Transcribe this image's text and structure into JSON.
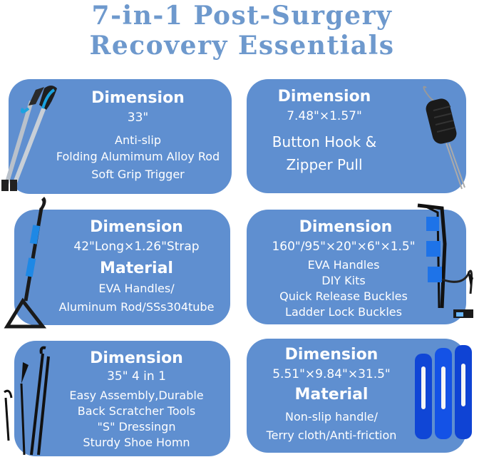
{
  "header": {
    "title_line1": "7-in-1 Post-Surgery",
    "title_line2": "Recovery Essentials"
  },
  "cards": [
    {
      "heading": "Dimension",
      "size": "33\"",
      "lines": [
        "Anti-slip",
        "Folding Alumimum Alloy Rod",
        "Soft Grip Trigger"
      ]
    },
    {
      "heading": "Dimension",
      "size": "7.48\"×1.57\"",
      "lines": [
        "Button Hook &",
        "Zipper Pull"
      ]
    },
    {
      "heading": "Dimension",
      "size": "42\"Long×1.26\"Strap",
      "heading2": "Material",
      "lines": [
        "EVA Handles/",
        "Aluminum Rod/SSs304tube"
      ]
    },
    {
      "heading": "Dimension",
      "size": "160\"/95\"×20\"×6\"×1.5\"",
      "lines": [
        "EVA Handles",
        "DIY Kits",
        "Quick Release Buckles",
        "Ladder Lock Buckles"
      ]
    },
    {
      "heading": "Dimension",
      "size": "35\"  4 in 1",
      "lines": [
        "Easy Assembly,Durable",
        "Back Scratcher Tools",
        "\"S\" Dressingn",
        "Sturdy Shoe Homn"
      ]
    },
    {
      "heading": "Dimension",
      "size": "5.51\"×9.84\"×31.5\"",
      "heading2": "Material",
      "lines": [
        "Non-slip handle/",
        "Terry cloth/Anti-friction"
      ]
    }
  ],
  "colors": {
    "title": "#6e99cd",
    "card": "#5f8fd0",
    "text": "#ffffff"
  },
  "images": [
    "reacher-grabber",
    "button-hook-zipper-pull",
    "leg-lifter-strap",
    "bed-ladder-assist",
    "dressing-stick-set",
    "sock-aid"
  ]
}
